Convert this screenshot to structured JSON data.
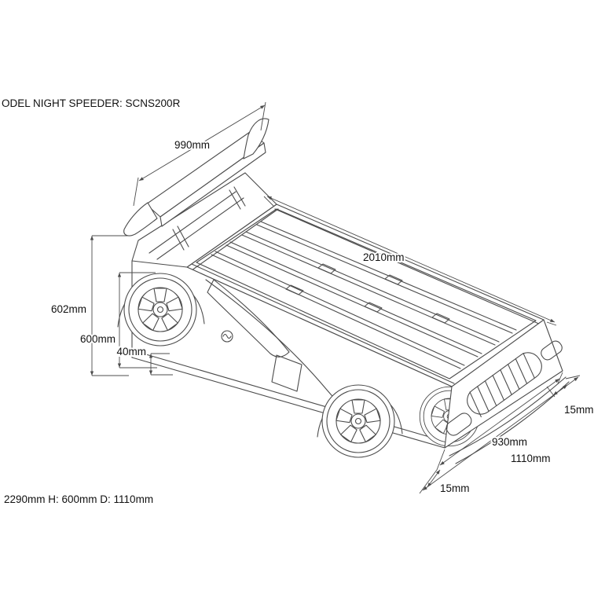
{
  "page": {
    "model_label": "ODEL NIGHT SPEEDER: SCNS200R",
    "footer_label": "2290mm H: 600mm D: 1110mm"
  },
  "dims": {
    "spoiler_width": "990mm",
    "bed_length": "2010mm",
    "overall_height": "602mm",
    "body_height": "600mm",
    "clearance": "40mm",
    "bumper_lip_right": "15mm",
    "body_width": "930mm",
    "overall_width": "1110mm",
    "bumper_lip_left": "15mm"
  },
  "colors": {
    "background": "#ffffff",
    "line": "#4c4c4c",
    "text": "#111111"
  }
}
